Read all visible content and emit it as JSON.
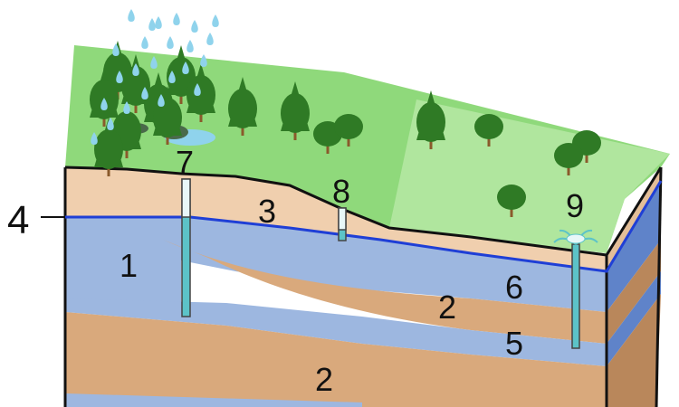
{
  "diagram": {
    "labels": {
      "l1": "1",
      "l2_upper": "2",
      "l2_lower": "2",
      "l3": "3",
      "l4": "4",
      "l5": "5",
      "l6": "6",
      "l7": "7",
      "l8": "8",
      "l9": "9"
    },
    "colors": {
      "sky": "#ffffff",
      "grass": "#8fd97b",
      "grass_light": "#c7efb5",
      "soil": "#f0cfae",
      "aquifer": "#9db7e0",
      "aquifer_dark": "#5f83c9",
      "clay": "#d9a97c",
      "clay_side": "#b9875b",
      "water_table": "#1f3fd6",
      "tree": "#2f7a25",
      "trunk": "#8a5a2b",
      "rain": "#8fd3ec",
      "well": "#5cc3c8",
      "outline": "#111111"
    },
    "icons": {
      "tree": "conifer-tree-icon",
      "bush": "round-tree-icon",
      "raindrop": "raindrop-icon",
      "pond": "pond-icon",
      "well": "well-pipe-icon",
      "fountain": "artesian-spray-icon"
    }
  }
}
